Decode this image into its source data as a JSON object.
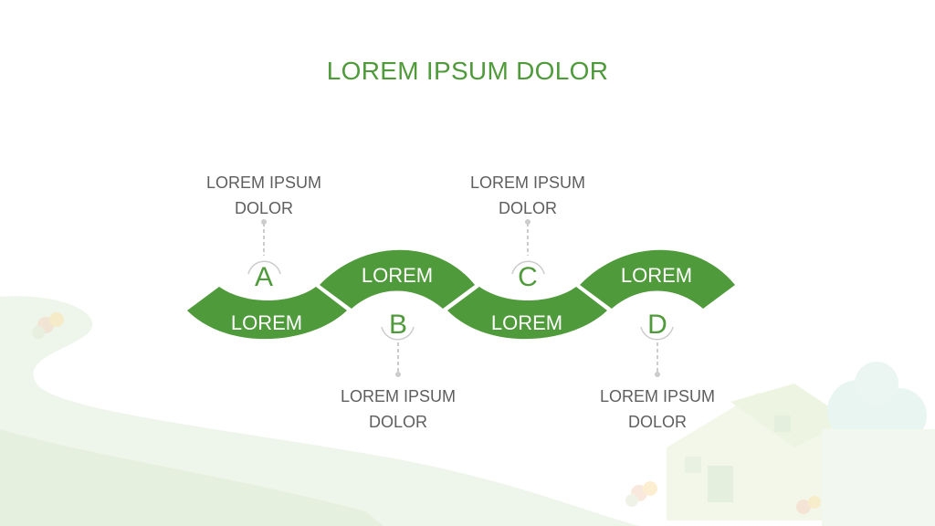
{
  "title": "LOREM IPSUM DOLOR",
  "colors": {
    "accent": "#4f9a3a",
    "text": "#5e5e5e",
    "connector": "#cccccc"
  },
  "steps": [
    {
      "letter": "A",
      "band": "LOREM",
      "label_line1": "LOREM IPSUM",
      "label_line2": "DOLOR"
    },
    {
      "letter": "B",
      "band": "LOREM",
      "label_line1": "LOREM IPSUM",
      "label_line2": "DOLOR"
    },
    {
      "letter": "C",
      "band": "LOREM",
      "label_line1": "LOREM IPSUM",
      "label_line2": "DOLOR"
    },
    {
      "letter": "D",
      "band": "LOREM",
      "label_line1": "LOREM IPSUM",
      "label_line2": "DOLOR"
    }
  ]
}
